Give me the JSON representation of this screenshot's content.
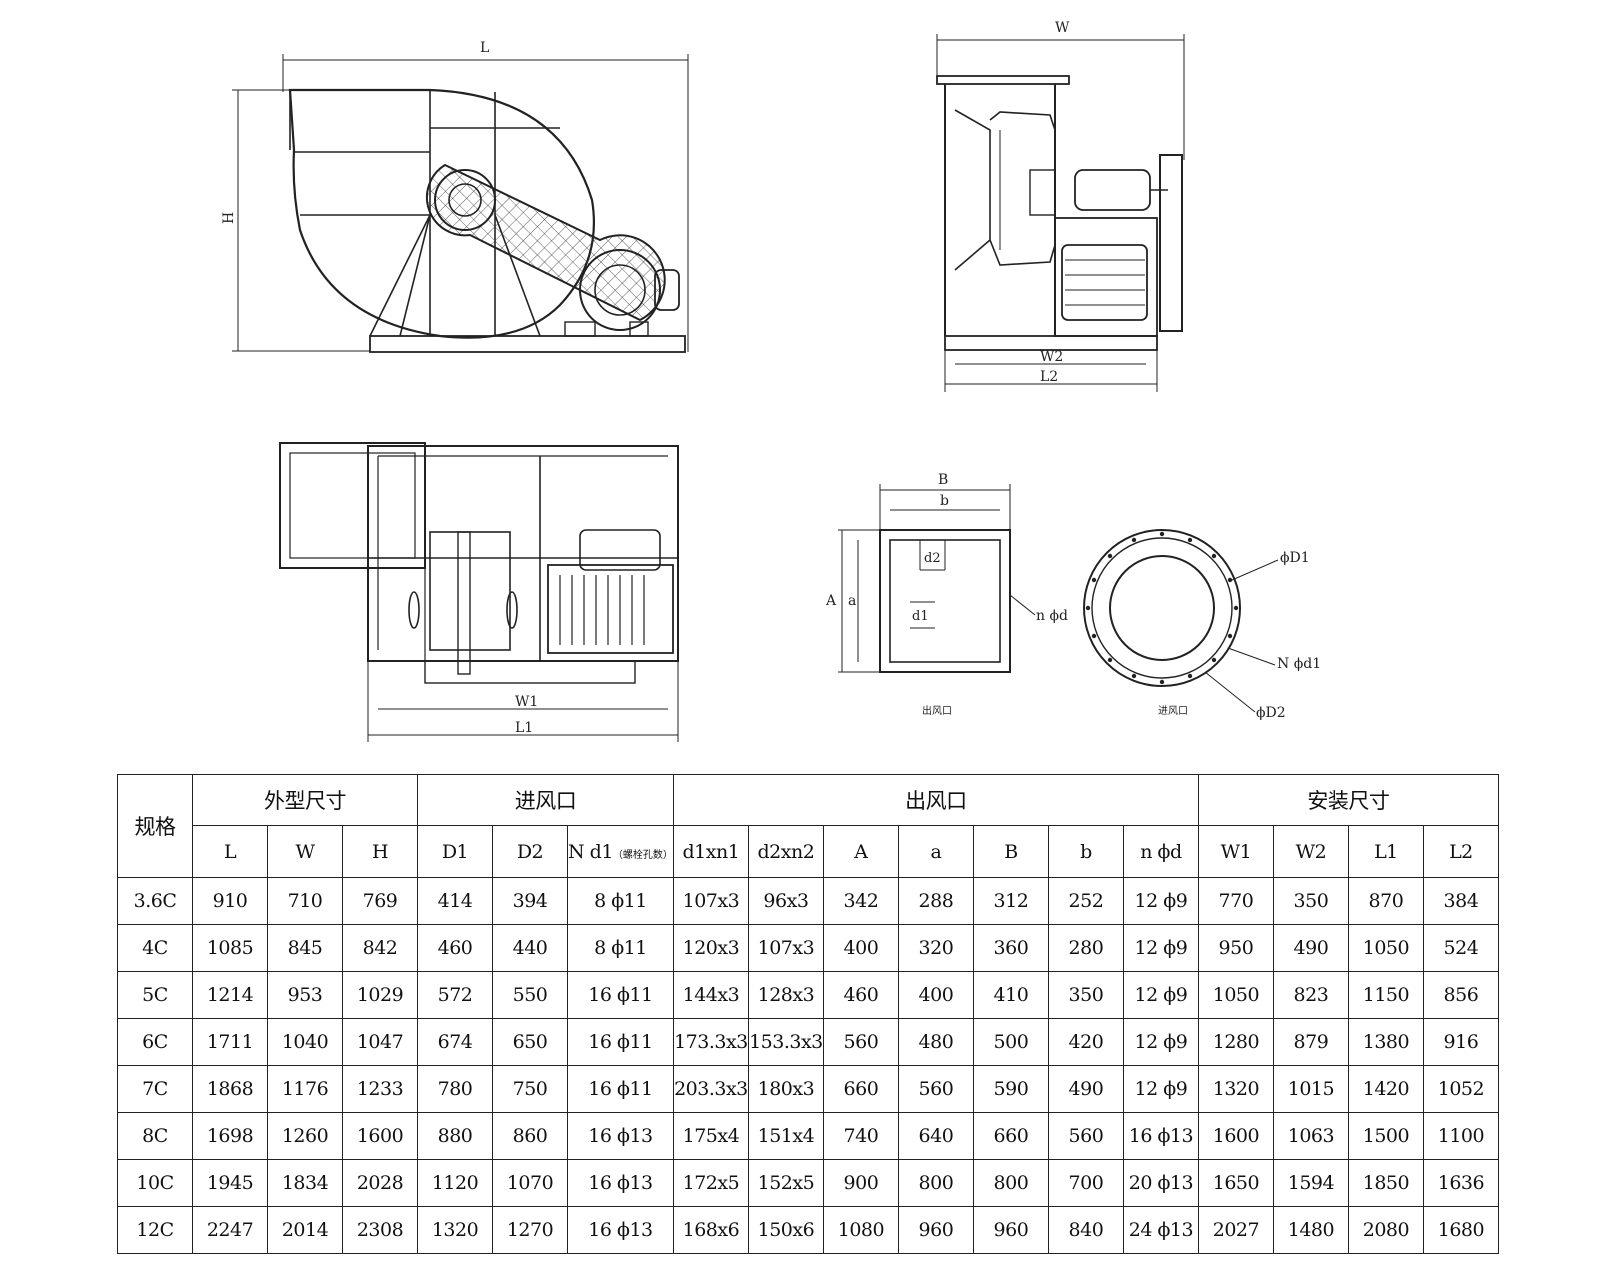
{
  "drawing": {
    "side_view": {
      "dim_length": "L",
      "dim_height": "H"
    },
    "front_view": {
      "dim_width": "W",
      "dim_w2": "W2",
      "dim_l2": "L2"
    },
    "plan_view": {
      "dim_w1": "W1",
      "dim_l1": "L1"
    },
    "outlet": {
      "dim_B": "B",
      "dim_b": "b",
      "dim_A": "A",
      "dim_a": "a",
      "dim_d2": "d2",
      "dim_d1": "d1",
      "holes": "n ϕd",
      "caption": "出风口"
    },
    "inlet": {
      "dim_D1": "ϕD1",
      "dim_d1": "N ϕd1",
      "dim_D2": "ϕD2",
      "caption": "进风口"
    }
  },
  "table": {
    "model_header": "规格",
    "groups": [
      "外型尺寸",
      "进风口",
      "出风口",
      "安装尺寸"
    ],
    "columns": [
      "L",
      "W",
      "H",
      "D1",
      "D2",
      "N d1",
      "d1xn1",
      "d2xn2",
      "A",
      "a",
      "B",
      "b",
      "n ϕd",
      "W1",
      "W2",
      "L1",
      "L2"
    ],
    "column_note": "（螺栓孔数）",
    "rows": [
      [
        "3.6C",
        "910",
        "710",
        "769",
        "414",
        "394",
        "8 ϕ11",
        "107x3",
        "96x3",
        "342",
        "288",
        "312",
        "252",
        "12 ϕ9",
        "770",
        "350",
        "870",
        "384"
      ],
      [
        "4C",
        "1085",
        "845",
        "842",
        "460",
        "440",
        "8 ϕ11",
        "120x3",
        "107x3",
        "400",
        "320",
        "360",
        "280",
        "12 ϕ9",
        "950",
        "490",
        "1050",
        "524"
      ],
      [
        "5C",
        "1214",
        "953",
        "1029",
        "572",
        "550",
        "16 ϕ11",
        "144x3",
        "128x3",
        "460",
        "400",
        "410",
        "350",
        "12 ϕ9",
        "1050",
        "823",
        "1150",
        "856"
      ],
      [
        "6C",
        "1711",
        "1040",
        "1047",
        "674",
        "650",
        "16 ϕ11",
        "173.3x3",
        "153.3x3",
        "560",
        "480",
        "500",
        "420",
        "12 ϕ9",
        "1280",
        "879",
        "1380",
        "916"
      ],
      [
        "7C",
        "1868",
        "1176",
        "1233",
        "780",
        "750",
        "16 ϕ11",
        "203.3x3",
        "180x3",
        "660",
        "560",
        "590",
        "490",
        "12 ϕ9",
        "1320",
        "1015",
        "1420",
        "1052"
      ],
      [
        "8C",
        "1698",
        "1260",
        "1600",
        "880",
        "860",
        "16 ϕ13",
        "175x4",
        "151x4",
        "740",
        "640",
        "660",
        "560",
        "16 ϕ13",
        "1600",
        "1063",
        "1500",
        "1100"
      ],
      [
        "10C",
        "1945",
        "1834",
        "2028",
        "1120",
        "1070",
        "16 ϕ13",
        "172x5",
        "152x5",
        "900",
        "800",
        "800",
        "700",
        "20 ϕ13",
        "1650",
        "1594",
        "1850",
        "1636"
      ],
      [
        "12C",
        "2247",
        "2014",
        "2308",
        "1320",
        "1270",
        "16 ϕ13",
        "168x6",
        "150x6",
        "1080",
        "960",
        "960",
        "840",
        "24 ϕ13",
        "2027",
        "1480",
        "2080",
        "1680"
      ]
    ]
  }
}
